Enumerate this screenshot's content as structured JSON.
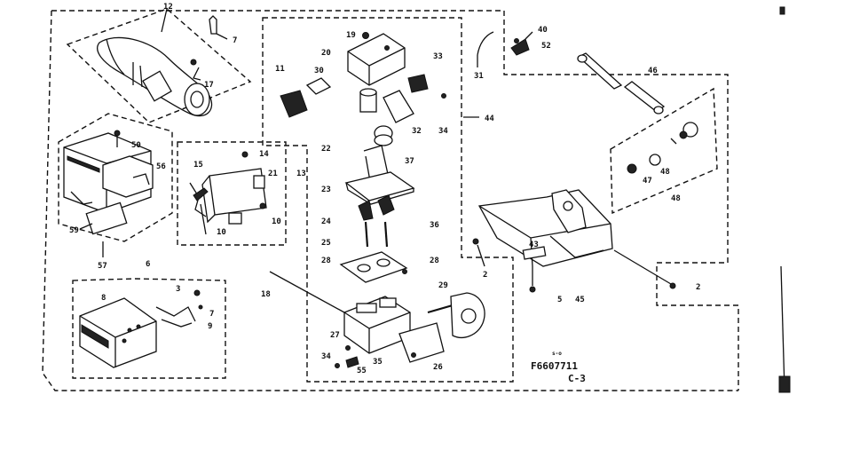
{
  "diagram": {
    "figure_code": "F6607711",
    "sheet": "C-3",
    "small_note": "s-o",
    "part_labels": {
      "p12": "12",
      "p7a": "7",
      "p17": "17",
      "p50": "50",
      "p56": "56",
      "p59": "59",
      "p57": "57",
      "p15": "15",
      "p14": "14",
      "p21": "21",
      "p13": "13",
      "p10a": "10",
      "p10b": "10",
      "p6": "6",
      "p8": "8",
      "p3": "3",
      "p9": "9",
      "p7b": "7",
      "p19": "19",
      "p20": "20",
      "p11": "11",
      "p30": "30",
      "p33": "33",
      "p22": "22",
      "p32": "32",
      "p34a": "34",
      "p37": "37",
      "p44": "44",
      "p23": "23",
      "p24": "24",
      "p36a": "36",
      "p25": "25",
      "p28a": "28",
      "p28b": "28",
      "p18": "18",
      "p29": "29",
      "p27": "27",
      "p34b": "34",
      "p35": "35",
      "p55": "55",
      "p26": "26",
      "p40": "40",
      "p52": "52",
      "p31": "31",
      "p46": "46",
      "p48": "48",
      "p47": "47",
      "p45": "45",
      "p2a": "2",
      "p2b": "2",
      "p5": "5",
      "p43": "43"
    }
  }
}
